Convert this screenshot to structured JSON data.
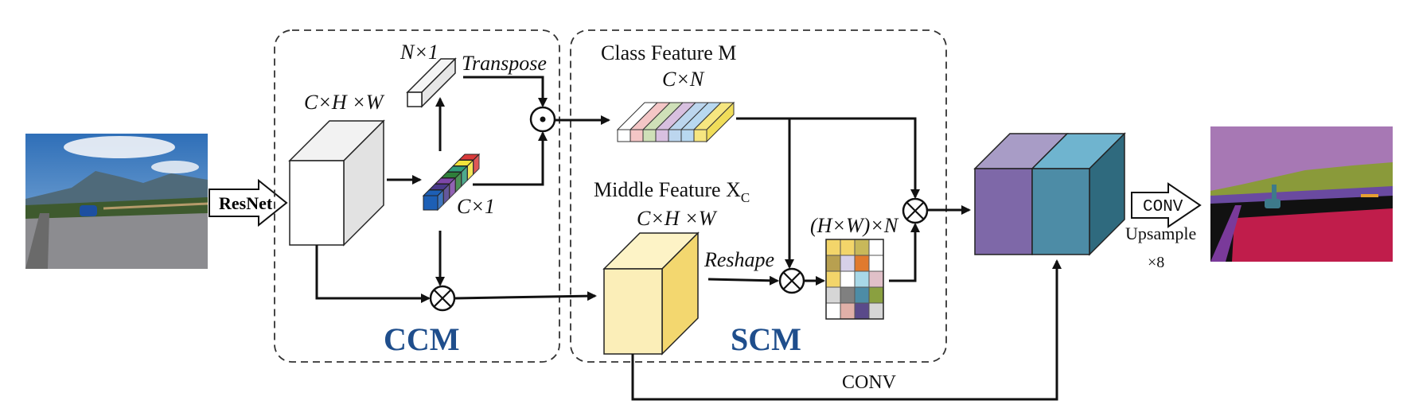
{
  "labels": {
    "resnet": "ResNet",
    "chw_left": "C×H ×W",
    "n_by_1": "N×1",
    "transpose": "Transpose",
    "c_by_1": "C×1",
    "ccm": "CCM",
    "class_feature": "Class Feature M",
    "c_by_n": "C×N",
    "middle_feature": "Middle Feature X",
    "middle_feature_sub": "C",
    "chw_middle": "C×H ×W",
    "reshape": "Reshape",
    "hw_by_n": "(H×W)×N",
    "scm": "SCM",
    "conv_bottom": "CONV",
    "conv_box": "CONV",
    "upsample": "Upsample",
    "upsample_factor": "×8"
  },
  "colors": {
    "module_label": "#1f4e8c",
    "yellow_cube_front": "#fbeeb8",
    "yellow_cube_side": "#f3d76f",
    "output_cube_left": "#7e68a8",
    "output_cube_right": "#4d8ca6",
    "segmentation_road": "#c01d4b",
    "segmentation_sky": "#a778b4"
  },
  "class_vector_colors": [
    "#ffffff",
    "#f4c6c6",
    "#cfe0b8",
    "#d8c0e0",
    "#bcd6ee",
    "#b8d8f0",
    "#f6e680"
  ],
  "small_vector_colors": [
    "#1d5fb5",
    "#4a3a8a",
    "#7e47a8",
    "#2e7f3a",
    "#2f9c7a",
    "#f2e23a",
    "#d93a3a"
  ],
  "affinity_grid_colors": [
    [
      "#f3d56a",
      "#f3d56a",
      "#c8b85a",
      "#ffffff"
    ],
    [
      "#b8a050",
      "#d6d0e8",
      "#e07a2e",
      "#ffffff"
    ],
    [
      "#f3d56a",
      "#ffffff",
      "#a8d8e8",
      "#e0c0c8"
    ],
    [
      "#d6d6d6",
      "#808080",
      "#4d8ca6",
      "#8aa040"
    ],
    [
      "#ffffff",
      "#e0b0a8",
      "#5a4a8a",
      "#d6d6d6"
    ]
  ]
}
